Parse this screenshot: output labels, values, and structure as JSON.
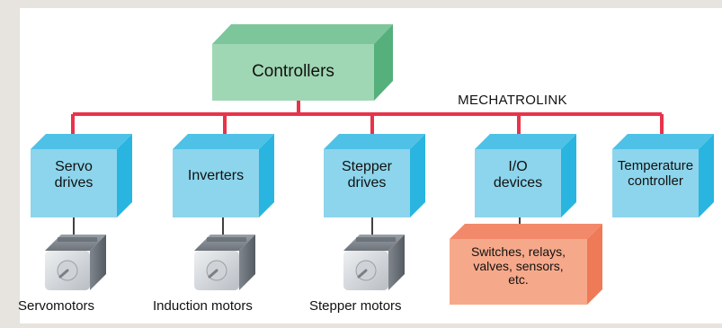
{
  "diagram": {
    "controllers": "Controllers",
    "network": "MECHATROLINK",
    "devices": [
      {
        "id": "servo",
        "lines": [
          "Servo",
          "drives"
        ]
      },
      {
        "id": "inverters",
        "lines": [
          "Inverters"
        ]
      },
      {
        "id": "stepper",
        "lines": [
          "Stepper",
          "drives"
        ]
      },
      {
        "id": "io",
        "lines": [
          "I/O",
          "devices"
        ]
      },
      {
        "id": "temperature",
        "lines": [
          "Temperature",
          "controller"
        ]
      }
    ],
    "motors": [
      {
        "label": "Servomotors"
      },
      {
        "label": "Induction motors"
      },
      {
        "label": "Stepper motors"
      }
    ],
    "io_devices": [
      "Switches, relays,",
      "valves, sensors,",
      "etc."
    ]
  },
  "colors": {
    "controller_front": "#9fd7b4",
    "controller_top": "#7dc69b",
    "controller_side": "#55b07b",
    "device_front": "#8dd5ec",
    "device_top": "#4fc1e6",
    "device_side": "#29b5df",
    "bus": "#e8334a",
    "io_front": "#f6a98a",
    "io_top": "#f2896a",
    "io_side": "#ee7a58"
  }
}
